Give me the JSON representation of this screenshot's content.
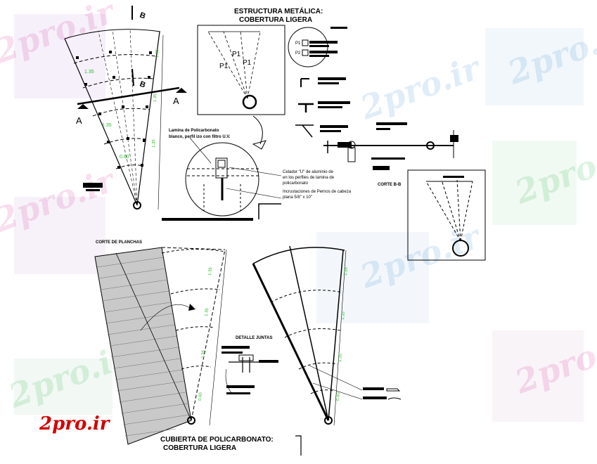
{
  "titles": {
    "main_top_1": "ESTRUCTURA METÁLICA:",
    "main_top_2": "COBERTURA LIGERA",
    "main_bottom_1": "CUBIERTA DE POLICARBONATO:",
    "main_bottom_2": "COBERTURA LIGERA",
    "corte_planchas": "CORTE DE PLANCHAS",
    "corte_bb": "CORTE B-B",
    "detalle_juntas": "DETALLE JUNTAS"
  },
  "section_marks": {
    "a": "A",
    "b": "B"
  },
  "labels": {
    "p1": "P1",
    "p2": "P2",
    "lamina_1": "Lamina de Policarbonato",
    "lamina_2": "blanco, perfil izo con filtro U.V.",
    "callout_1": "Celador \"U\" de aluminio de",
    "callout_2": "en los perfiles de lamina de",
    "callout_3": "policarbonato",
    "callout_4": "Incrustaciones de Pernos de cabeza",
    "callout_5": "plana 5/8\" x 10\""
  },
  "dims": {
    "d1": "1.35",
    "d2": "1.35",
    "d3": "1.35",
    "d4": "0.60"
  },
  "watermark": {
    "text": "2pro.ir",
    "logo": "2pro.ir"
  }
}
